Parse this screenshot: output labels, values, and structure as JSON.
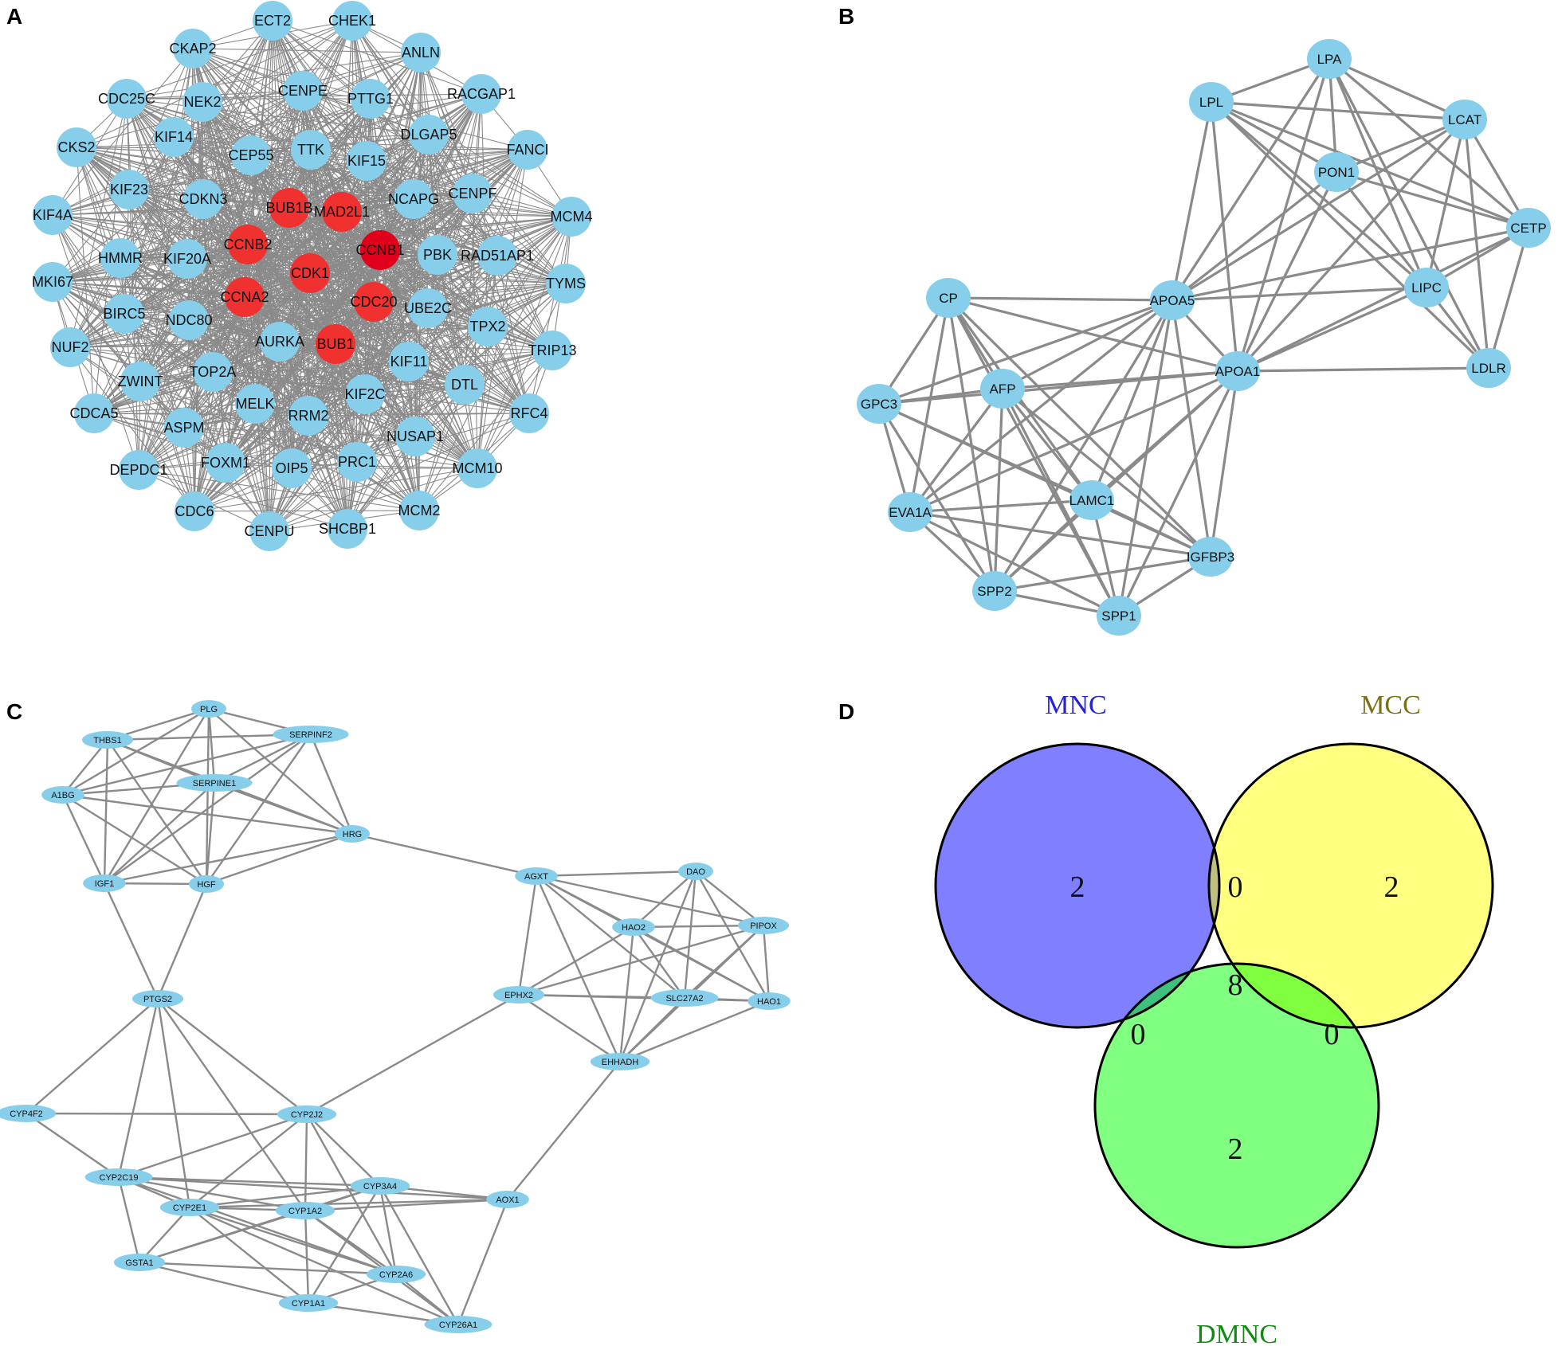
{
  "panels": {
    "A": {
      "letter": "A",
      "colors": {
        "node": "#87ceeb",
        "hub": "#f0312f",
        "hub_dark": "#e0001b",
        "edge": "#8a8a8a"
      },
      "hubs": [
        "BUB1B",
        "MAD2L1",
        "CCNB2",
        "CCNB1",
        "CDK1",
        "CCNA2",
        "CDC20",
        "BUB1"
      ],
      "nodes": [
        "ECT2",
        "CHEK1",
        "CKAP2",
        "ANLN",
        "CDC25C",
        "NEK2",
        "CENPE",
        "PTTG1",
        "RACGAP1",
        "CKS2",
        "KIF14",
        "DLGAP5",
        "FANCI",
        "CEP55",
        "TTK",
        "KIF15",
        "KIF23",
        "CDKN3",
        "NCAPG",
        "CENPF",
        "KIF4A",
        "MCM4",
        "HMMR",
        "KIF20A",
        "PBK",
        "RAD51AP1",
        "MKI67",
        "TYMS",
        "BIRC5",
        "NDC80",
        "UBE2C",
        "AURKA",
        "TPX2",
        "NUF2",
        "TRIP13",
        "ZWINT",
        "TOP2A",
        "KIF11",
        "DTL",
        "CDCA5",
        "MELK",
        "KIF2C",
        "RFC4",
        "ASPM",
        "RRM2",
        "NUSAP1",
        "DEPDC1",
        "FOXM1",
        "OIP5",
        "PRC1",
        "MCM10",
        "CDC6",
        "MCM2",
        "CENPU",
        "SHCBP1"
      ]
    },
    "B": {
      "letter": "B",
      "colors": {
        "node": "#87ceeb",
        "edge": "#8a8a8a"
      },
      "nodes": [
        "LPA",
        "LPL",
        "LCAT",
        "PON1",
        "CETP",
        "LIPC",
        "LDLR",
        "APOA5",
        "APOA1",
        "CP",
        "GPC3",
        "AFP",
        "EVA1A",
        "LAMC1",
        "IGFBP3",
        "SPP2",
        "SPP1"
      ]
    },
    "C": {
      "letter": "C",
      "colors": {
        "node": "#87ceeb",
        "edge": "#8a8a8a"
      },
      "nodes": [
        "PLG",
        "THBS1",
        "SERPINF2",
        "A1BG",
        "SERPINE1",
        "HRG",
        "IGF1",
        "HGF",
        "AGXT",
        "DAO",
        "HAO2",
        "PIPOX",
        "EPHX2",
        "SLC27A2",
        "HAO1",
        "EHHADH",
        "PTGS2",
        "CYP4F2",
        "CYP2J2",
        "CYP2C19",
        "CYP3A4",
        "AOX1",
        "CYP2E1",
        "CYP1A2",
        "GSTA1",
        "CYP2A6",
        "CYP1A1",
        "CYP26A1"
      ]
    },
    "D": {
      "letter": "D",
      "sets": [
        {
          "name": "MNC",
          "color": "#7f7fff",
          "label_color": "#2424d6"
        },
        {
          "name": "MCC",
          "color": "#ffff80",
          "label_color": "#7a7016"
        },
        {
          "name": "DMNC",
          "color": "#80ff80",
          "label_color": "#128a12"
        }
      ],
      "regions": {
        "mnc_only": "2",
        "mcc_only": "2",
        "dmnc_only": "2",
        "mnc_mcc": "0",
        "mnc_dmnc": "0",
        "mcc_dmnc": "0",
        "all": "8"
      },
      "region_colors": {
        "mnc_mcc": "#bebf80",
        "mnc_dmnc": "#3fbf80",
        "mcc_dmnc": "#7fff40",
        "all": "#5fdf40"
      }
    }
  }
}
